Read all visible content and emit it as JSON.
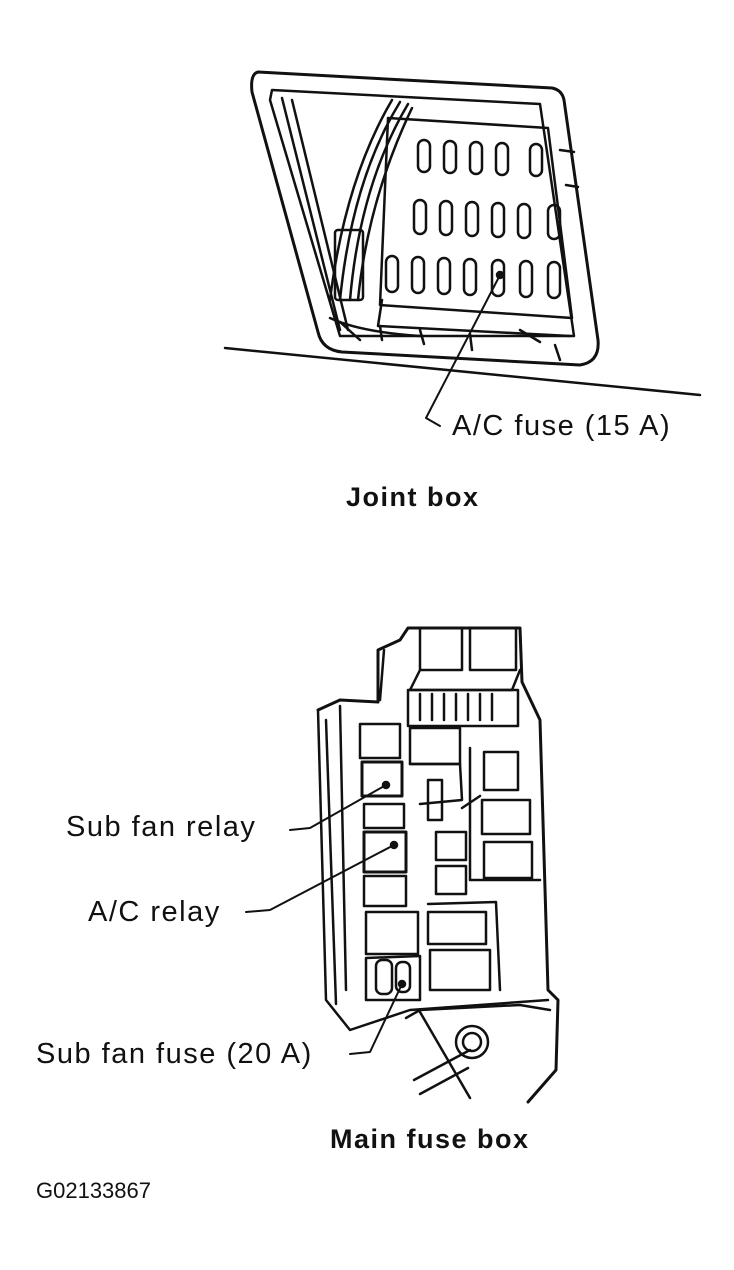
{
  "joint_box": {
    "title": "Joint box",
    "callouts": {
      "ac_fuse": "A/C fuse (15 A)"
    }
  },
  "main_fuse_box": {
    "title": "Main fuse box",
    "callouts": {
      "sub_fan_relay": "Sub fan relay",
      "ac_relay": "A/C relay",
      "sub_fan_fuse": "Sub fan fuse (20 A)"
    }
  },
  "figure_code": "G02133867",
  "line_color": "#111111"
}
